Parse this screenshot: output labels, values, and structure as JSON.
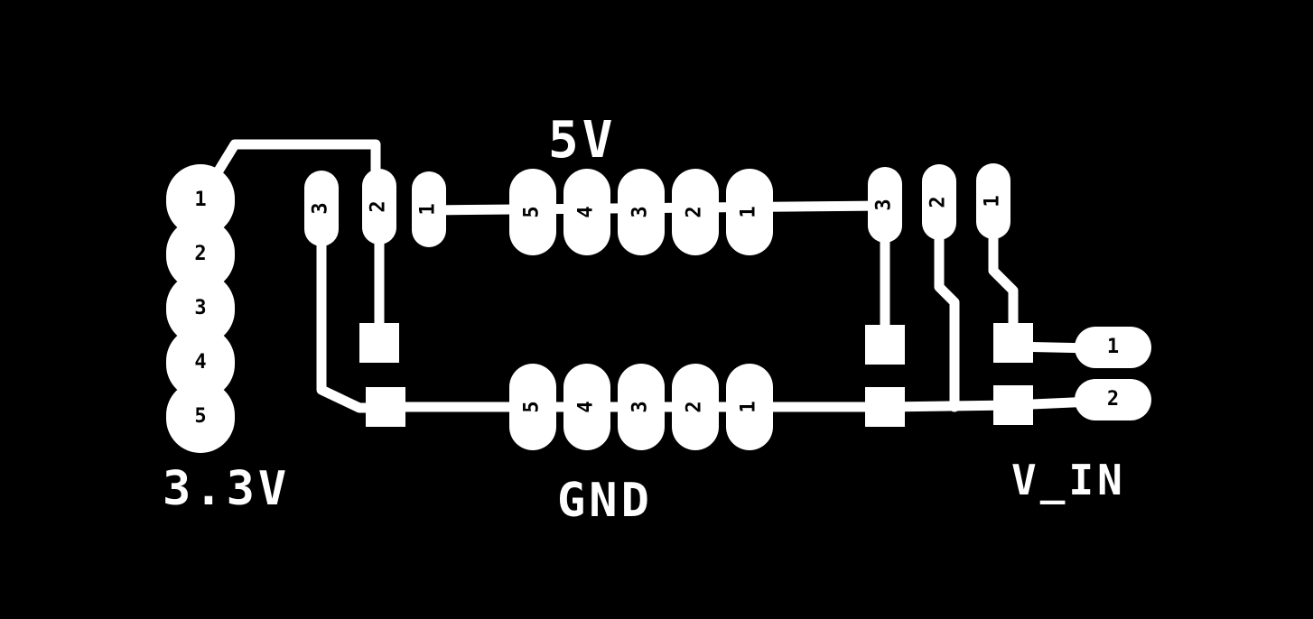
{
  "labels": {
    "v5": "5V",
    "v33": "3.3V",
    "gnd": "GND",
    "vin": "V_IN"
  },
  "pads": {
    "left_header": [
      "1",
      "2",
      "3",
      "4",
      "5"
    ],
    "top_left_pair": [
      "3",
      "2"
    ],
    "top_single": [
      "1"
    ],
    "row_5v": [
      "5",
      "4",
      "3",
      "2",
      "1"
    ],
    "right_trio": [
      "3",
      "2",
      "1"
    ],
    "row_gnd": [
      "5",
      "4",
      "3",
      "2",
      "1"
    ],
    "vin": [
      "1",
      "2"
    ]
  },
  "colors": {
    "board": "#000000",
    "copper": "#ffffff",
    "pad_text": "#000000"
  }
}
